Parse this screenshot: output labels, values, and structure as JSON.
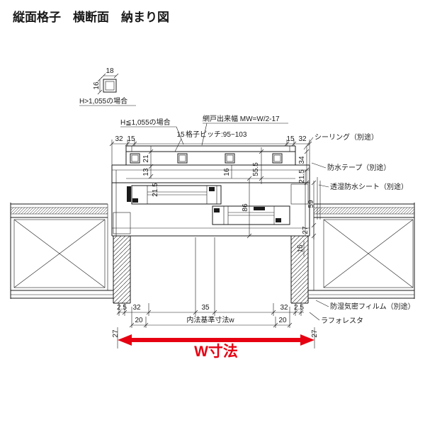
{
  "title": "縦面格子　横断面　納まり図",
  "colors": {
    "line": "#1a1a1a",
    "red": "#e60012",
    "bg": "#ffffff"
  },
  "detail": {
    "w": "18",
    "h": "16",
    "caption": "H>1,055の場合"
  },
  "notes": {
    "h_le": "H≦1,055の場合",
    "screen": "網戸出来幅 MW=W/2-17",
    "pitch_offset": "15",
    "pitch": "格子ピッチ:95~103"
  },
  "callouts": {
    "sealing": "シーリング（別途）",
    "tape": "防水テープ（別途）",
    "sheet": "透湿防水シート（別途）",
    "film": "防湿気密フィルム（別途）",
    "trim": "ラフォレスタ"
  },
  "dims": {
    "top": [
      "32",
      "15",
      "15",
      "32"
    ],
    "v21": "21",
    "v13": "13",
    "v16": "16",
    "v55_5": "55.5",
    "v34": "34",
    "v21_5r": "21.5",
    "v21_5l": "21.5",
    "v59": "59",
    "v86": "86",
    "v27r": "27",
    "v15r": "15",
    "b2_5l": "2.5",
    "b32l": "32",
    "b35": "35",
    "b32r": "32",
    "b2_5r": "2.5",
    "b20l": "20",
    "b20r": "20",
    "inner": "内法基準寸法w",
    "b27l": "27",
    "b27r": "27"
  },
  "w_arrow": {
    "label": "W寸法"
  }
}
